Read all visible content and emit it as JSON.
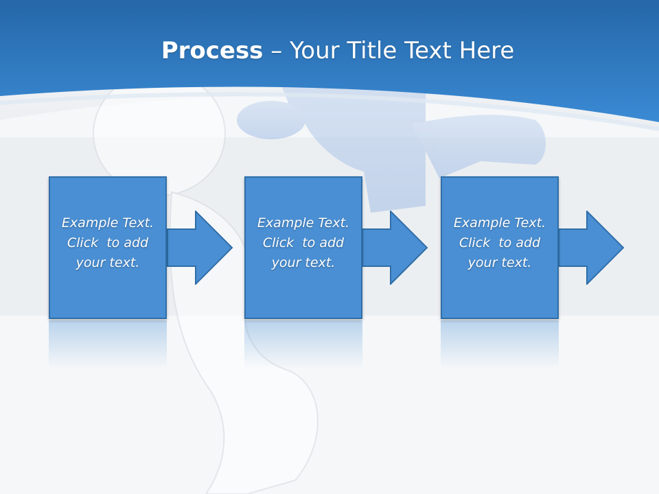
{
  "slide": {
    "title_strong": "Process",
    "title_rest": " – Your Title Text Here"
  },
  "steps": [
    {
      "line1": "Example Text.",
      "line2": "Click  to add",
      "line3": "your text."
    },
    {
      "line1": "Example Text.",
      "line2": "Click  to add",
      "line3": "your text."
    },
    {
      "line1": "Example Text.",
      "line2": "Click  to add",
      "line3": "your text."
    }
  ],
  "colors": {
    "header_blue": "#2f7bc6",
    "box_fill": "#4a8fd3",
    "box_border": "#2f6ea8",
    "background": "#eef0f3"
  },
  "icons": [
    "right-arrow-icon"
  ]
}
